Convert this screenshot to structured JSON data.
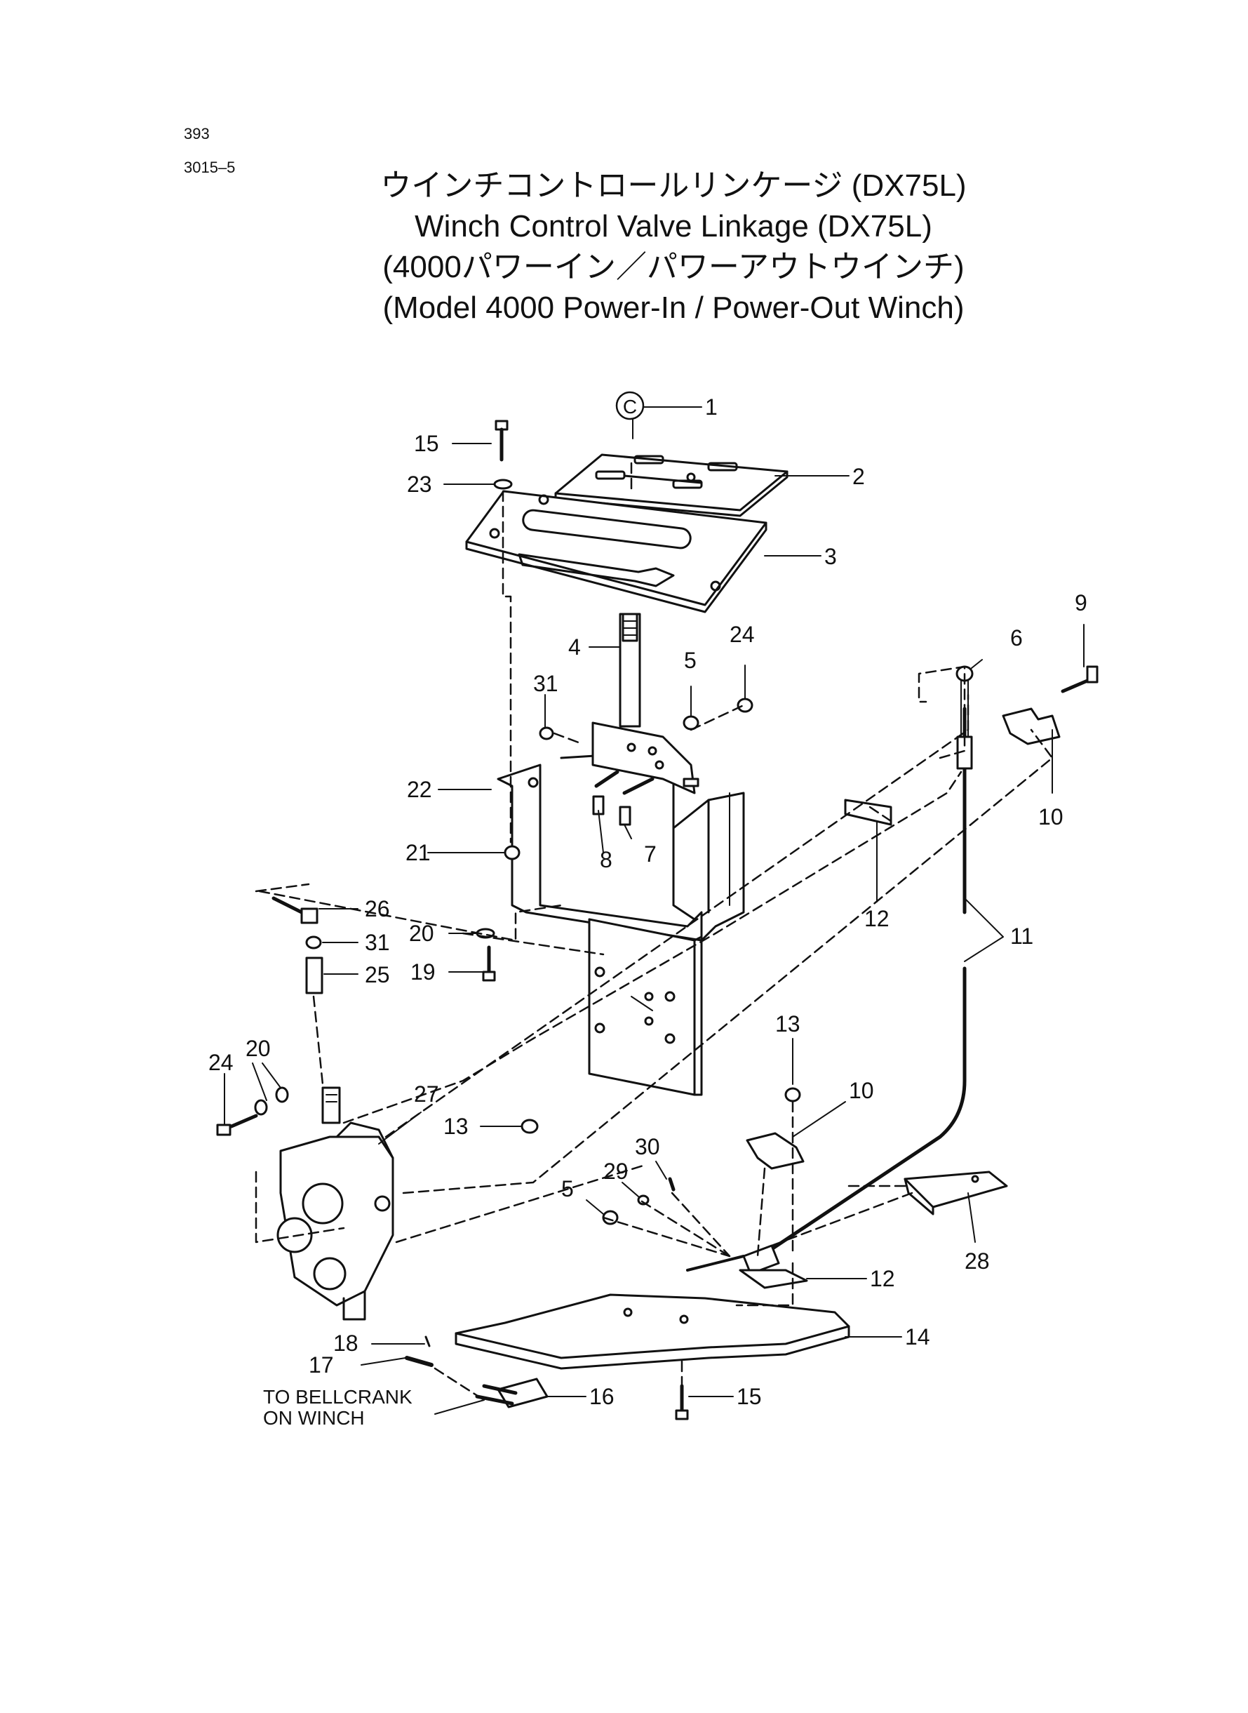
{
  "page": {
    "number": "393",
    "code": "3015–5"
  },
  "title": {
    "jp_line": "ウインチコントロールリンケージ (DX75L)",
    "en_line": "Winch Control Valve Linkage (DX75L)",
    "jp_sub": "(4000パワーイン／パワーアウトウインチ)",
    "en_sub": "(Model 4000 Power-In / Power-Out Winch)"
  },
  "callouts": {
    "c1": "1",
    "c1_badge": "C",
    "c2": "2",
    "c3": "3",
    "c4": "4",
    "c5a": "5",
    "c5b": "5",
    "c6": "6",
    "c7": "7",
    "c8": "8",
    "c9": "9",
    "c10a": "10",
    "c10b": "10",
    "c11": "11",
    "c12a": "12",
    "c12b": "12",
    "c13a": "13",
    "c13b": "13",
    "c14": "14",
    "c15a": "15",
    "c15b": "15",
    "c16": "16",
    "c17": "17",
    "c18": "18",
    "c19": "19",
    "c20a": "20",
    "c20b": "20",
    "c21": "21",
    "c22": "22",
    "c23": "23",
    "c24a": "24",
    "c24b": "24",
    "c25": "25",
    "c26": "26",
    "c27": "27",
    "c28": "28",
    "c29": "29",
    "c30": "30",
    "c31a": "31",
    "c31b": "31"
  },
  "note": {
    "line1": "TO BELLCRANK",
    "line2": "ON WINCH"
  }
}
